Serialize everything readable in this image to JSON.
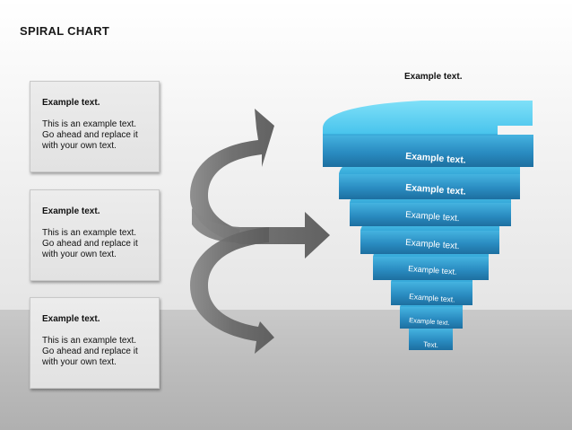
{
  "title": "SPIRAL CHART",
  "top_label": "Example text.",
  "boxes": [
    {
      "heading": "Example text.",
      "body_lines": [
        "This is an example text.",
        "Go ahead and replace it",
        "with your own text."
      ]
    },
    {
      "heading": "Example text.",
      "body_lines": [
        "This is an example text.",
        "Go ahead and replace it",
        "with your own text."
      ]
    },
    {
      "heading": "Example text.",
      "body_lines": [
        "This is an example text.",
        "Go ahead and replace it",
        "with your own text."
      ]
    }
  ],
  "spiral_labels": [
    "Example text.",
    "Example text.",
    "Example text.",
    "Example text.",
    "Example text.",
    "Example text.",
    "Example text.",
    "Text."
  ],
  "colors": {
    "arrow": "#6e6e6e",
    "spiral_top": "#5fd2f2",
    "spiral_band": "#2b8fc4",
    "spiral_band_dark": "#1b6d9e"
  }
}
